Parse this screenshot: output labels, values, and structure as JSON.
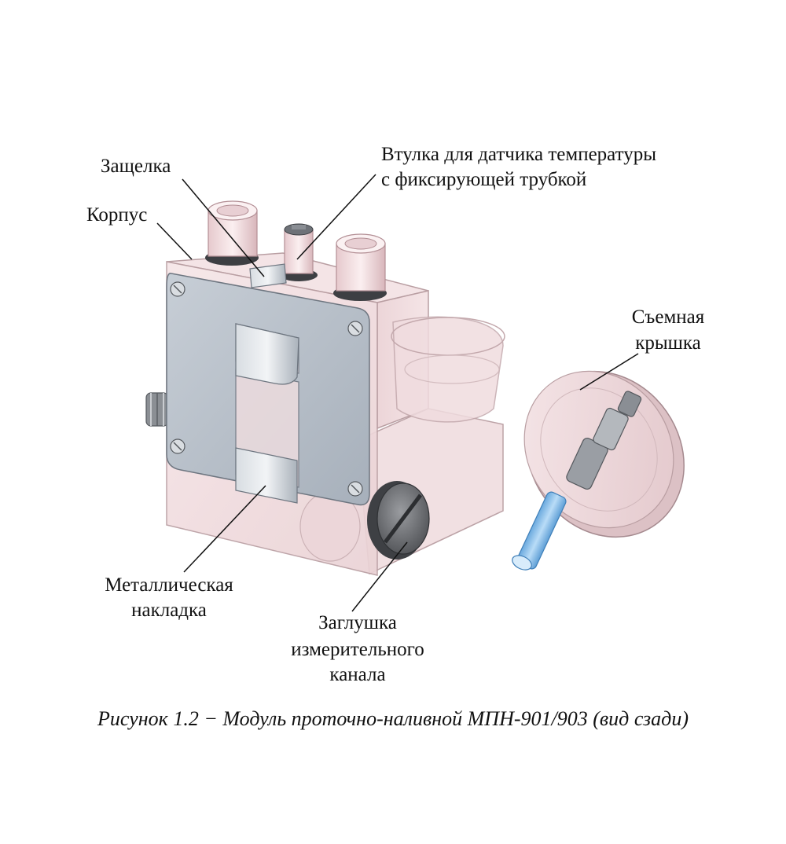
{
  "labels": {
    "latch": "Защелка",
    "body": "Корпус",
    "sleeve_line1": "Втулка для датчика температуры",
    "sleeve_line2": "с фиксирующей трубкой",
    "cover_line1": "Съемная",
    "cover_line2": "крышка",
    "plate_line1": "Металлическая",
    "plate_line2": "накладка",
    "plug_line1": "Заглушка",
    "plug_line2": "измерительного",
    "plug_line3": "канала"
  },
  "caption": "Рисунок 1.2 − Модуль проточно-наливной МПН-901/903 (вид сзади)",
  "colors": {
    "body_fill": "#f3dfe1",
    "body_edge": "#b99ea2",
    "plate_fill": "#b7bfc9",
    "plate_edge": "#6e7680",
    "tube_blue": "#8ec3ee",
    "plug_dark": "#6d6f73"
  }
}
